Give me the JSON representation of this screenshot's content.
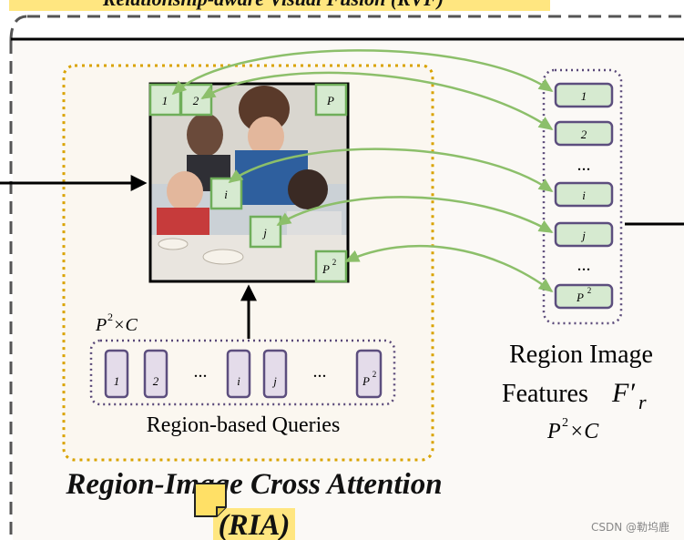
{
  "header": {
    "partial_title": "Relationship-aware Visual Fusion (RVF)"
  },
  "patches": {
    "p1": "1",
    "p2": "2",
    "pP": "P",
    "pi": "i",
    "pj": "j",
    "pP2_base": "P",
    "pP2_sup": "2"
  },
  "queries": {
    "shape_base": "P",
    "shape_sup": "2",
    "shape_rest": " ×C",
    "items": [
      "1",
      "2",
      "i",
      "j"
    ],
    "last_base": "P",
    "last_sup": "2",
    "ellipsis1": "...",
    "ellipsis2": "...",
    "caption": "Region-based Queries"
  },
  "features": {
    "items": [
      "1",
      "2",
      "i",
      "j"
    ],
    "last_base": "P",
    "last_sup": "2",
    "ellipsis1": "...",
    "ellipsis2": "...",
    "label_line1": "Region Image",
    "label_line2_text": "Features ",
    "label_line2_sym": "F′",
    "label_line2_sub": "r",
    "shape_base": "P",
    "shape_sup": "2",
    "shape_rest": " ×C"
  },
  "ria": {
    "title_line1": "Region-Image Cross Attention",
    "title_line2": "(RIA)"
  },
  "watermark": "CSDN @勒坞鹿",
  "colors": {
    "orange_dash": "#d9a300",
    "purple_dash": "#5b4a7a",
    "green_arrow": "#8cbf6a",
    "patch_fill": "#d6ead0",
    "patch_border": "#6fae5a",
    "query_fill": "#e4dcea",
    "query_border": "#5c4e7e",
    "highlight": "#ffe680"
  }
}
